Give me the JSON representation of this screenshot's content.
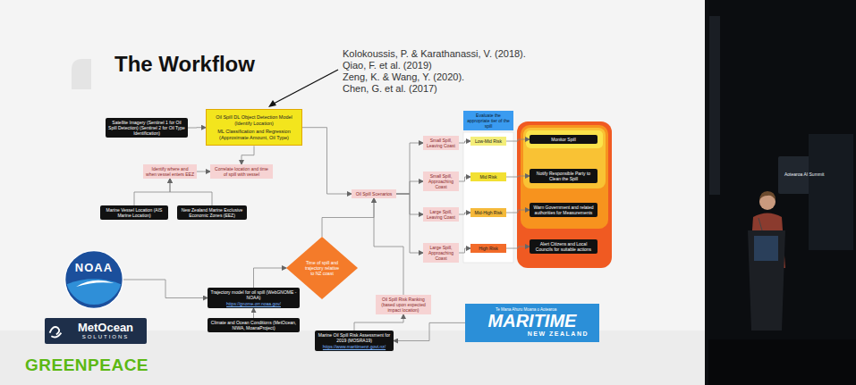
{
  "diagram": {
    "title": "The Workflow",
    "nodes": [
      {
        "text": [
          "Satellite Imagery (Sentinel 1 for Oil Spill Detection) (Sentinel 2 for Oil Type Identification)"
        ]
      },
      {
        "text": [
          "Oil Spill DL Object Detection Model (Identify Location)",
          "ML Classification and Regression (Approximate Amount, Oil Type)"
        ]
      },
      {
        "text": [
          "Identify where and when vessel enters EEZ"
        ]
      },
      {
        "text": [
          "Correlate location and time of spill with vessel"
        ]
      },
      {
        "text": [
          "Marine Vessel Location (AIS Marine Location)"
        ]
      },
      {
        "text": [
          "New Zealand Marine Exclusive Economic Zones (EEZ)"
        ]
      },
      {
        "text": [
          "Oil Spill Scenarios"
        ]
      },
      {
        "text": [
          "Evaluate the appropriate tier of the spill"
        ]
      },
      {
        "text": [
          "Small Spill, Leaving Coast"
        ]
      },
      {
        "text": [
          "Small Spill, Approaching Coast"
        ]
      },
      {
        "text": [
          "Large Spill, Leaving Coast"
        ]
      },
      {
        "text": [
          "Large Spill, Approaching Coast"
        ]
      },
      {
        "text": [
          "Low-Mid Risk"
        ]
      },
      {
        "text": [
          "Mid Risk"
        ]
      },
      {
        "text": [
          "Mid-High Risk"
        ]
      },
      {
        "text": [
          "High Risk"
        ]
      },
      {
        "text": [
          "Monitor Spill"
        ]
      },
      {
        "text": [
          "Notify Responsible Party to Clean the Spill"
        ]
      },
      {
        "text": [
          "Warn Government and related authorities for Measurements"
        ]
      },
      {
        "text": [
          "Alert Citizens and Local Councils for suitable actions"
        ]
      },
      {
        "text": [
          "Time of spill and trajectory relative to NZ coast"
        ]
      },
      {
        "text": [
          "Trajectory model for oil spill (WebGNOME - NOAA)",
          "https://gnome.orr.noaa.gov/"
        ]
      },
      {
        "text": [
          "Climate and Ocean Conditions (MetOcean, NIWA, MoanaProject)"
        ]
      },
      {
        "text": [
          "Oil Spill Risk Ranking (based upon expected impact location)"
        ]
      },
      {
        "text": [
          "Marine Oil Spill Risk Assessment for 2019 (MOSRA19)",
          "https://www.maritimenz.govt.nz/"
        ]
      },
      {
        "text": [
          "NOAA"
        ]
      },
      {
        "text": [
          "MetOcean",
          "SOLUTIONS"
        ]
      },
      {
        "text": [
          "Te Mana Ahuru Moana o Aotearoa",
          "MARITIME",
          "NEW ZEALAND"
        ]
      }
    ],
    "edges": [
      {
        "from": 0,
        "to": 1,
        "arrow": "to"
      },
      {
        "from": 1,
        "to": 3,
        "arrow": "to"
      },
      {
        "from": 2,
        "to": 3,
        "arrow": "to"
      },
      {
        "from": 4,
        "to": 2,
        "arrow": "to"
      },
      {
        "from": 5,
        "to": 2,
        "arrow": "to"
      },
      {
        "from": 1,
        "to": 6,
        "arrow": "to"
      },
      {
        "from": 6,
        "to": 8,
        "arrow": "to"
      },
      {
        "from": 6,
        "to": 9,
        "arrow": "to"
      },
      {
        "from": 6,
        "to": 10,
        "arrow": "to"
      },
      {
        "from": 6,
        "to": 11,
        "arrow": "to"
      },
      {
        "from": 8,
        "to": 12,
        "arrow": "to"
      },
      {
        "from": 9,
        "to": 13,
        "arrow": "to"
      },
      {
        "from": 10,
        "to": 14,
        "arrow": "to"
      },
      {
        "from": 11,
        "to": 15,
        "arrow": "to"
      },
      {
        "from": 12,
        "to": 16,
        "arrow": "to"
      },
      {
        "from": 13,
        "to": 17,
        "arrow": "to"
      },
      {
        "from": 14,
        "to": 18,
        "arrow": "to"
      },
      {
        "from": 15,
        "to": 19,
        "arrow": "to"
      },
      {
        "from": 20,
        "to": 6,
        "arrow": "to"
      },
      {
        "from": 21,
        "to": 20,
        "arrow": "to"
      },
      {
        "from": 22,
        "to": 21,
        "arrow": "to"
      },
      {
        "from": 23,
        "to": 6,
        "arrow": "to"
      },
      {
        "from": 24,
        "to": 23,
        "arrow": "to"
      },
      {
        "from": 25,
        "to": 21,
        "arrow": "to"
      },
      {
        "from": 27,
        "to": 24,
        "arrow": "to"
      }
    ],
    "labels": [
      "Kolokoussis, P. & Karathanassi, V. (2018).",
      "Qiao, F. et al. (2019)",
      "Zeng, K. & Wang, Y. (2020).",
      "Chen, G. et al. (2017)",
      "GREENPEACE",
      "Aotearoa AI Summit"
    ]
  }
}
